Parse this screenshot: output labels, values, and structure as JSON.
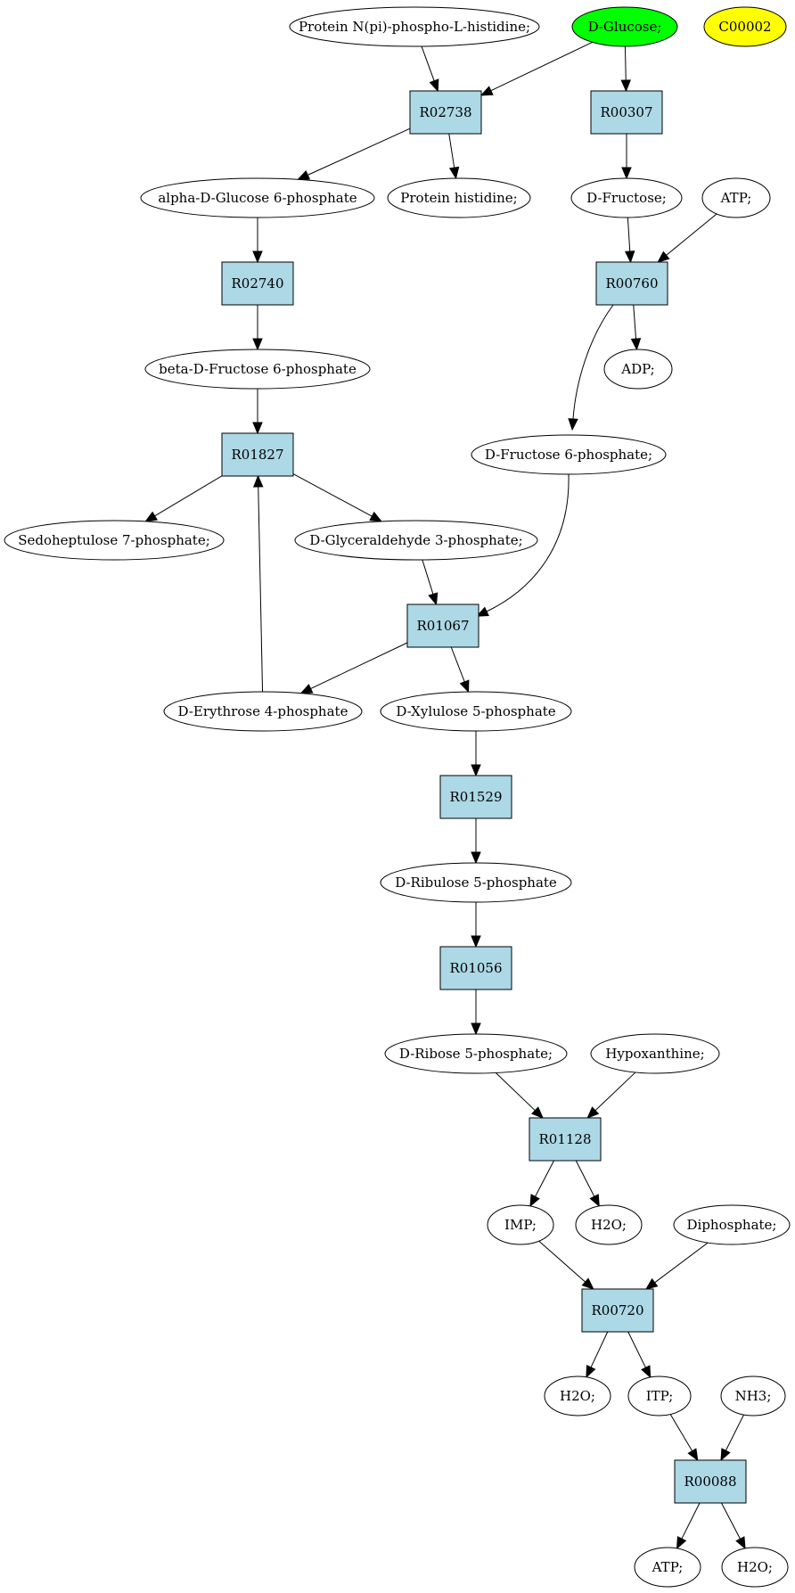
{
  "colors": {
    "reaction_fill": "#add8e6",
    "compound_fill": "#ffffff",
    "start_fill": "#00ff00",
    "highlight_fill": "#ffff00",
    "stroke": "#000000"
  },
  "nodes": {
    "protein_n_pi": {
      "label": "Protein N(pi)-phospho-L-histidine;",
      "kind": "compound"
    },
    "d_glucose": {
      "label": "D-Glucose;",
      "kind": "start"
    },
    "c00002": {
      "label": "C00002",
      "kind": "highlight"
    },
    "r02738": {
      "label": "R02738",
      "kind": "reaction"
    },
    "r00307": {
      "label": "R00307",
      "kind": "reaction"
    },
    "alpha_glc6p": {
      "label": "alpha-D-Glucose 6-phosphate",
      "kind": "compound"
    },
    "protein_his": {
      "label": "Protein histidine;",
      "kind": "compound"
    },
    "d_fructose": {
      "label": "D-Fructose;",
      "kind": "compound"
    },
    "atp_1": {
      "label": "ATP;",
      "kind": "compound"
    },
    "r02740": {
      "label": "R02740",
      "kind": "reaction"
    },
    "r00760": {
      "label": "R00760",
      "kind": "reaction"
    },
    "beta_fru6p": {
      "label": "beta-D-Fructose 6-phosphate",
      "kind": "compound"
    },
    "adp": {
      "label": "ADP;",
      "kind": "compound"
    },
    "r01827": {
      "label": "R01827",
      "kind": "reaction"
    },
    "d_fru6p": {
      "label": "D-Fructose 6-phosphate;",
      "kind": "compound"
    },
    "sedo7p": {
      "label": "Sedoheptulose 7-phosphate;",
      "kind": "compound"
    },
    "gap": {
      "label": "D-Glyceraldehyde 3-phosphate;",
      "kind": "compound"
    },
    "r01067": {
      "label": "R01067",
      "kind": "reaction"
    },
    "e4p": {
      "label": "D-Erythrose 4-phosphate",
      "kind": "compound"
    },
    "xu5p": {
      "label": "D-Xylulose 5-phosphate",
      "kind": "compound"
    },
    "r01529": {
      "label": "R01529",
      "kind": "reaction"
    },
    "ru5p": {
      "label": "D-Ribulose 5-phosphate",
      "kind": "compound"
    },
    "r01056": {
      "label": "R01056",
      "kind": "reaction"
    },
    "r5p": {
      "label": "D-Ribose 5-phosphate;",
      "kind": "compound"
    },
    "hypoxanthine": {
      "label": "Hypoxanthine;",
      "kind": "compound"
    },
    "r01128": {
      "label": "R01128",
      "kind": "reaction"
    },
    "imp": {
      "label": "IMP;",
      "kind": "compound"
    },
    "h2o_1": {
      "label": "H2O;",
      "kind": "compound"
    },
    "diphosphate": {
      "label": "Diphosphate;",
      "kind": "compound"
    },
    "r00720": {
      "label": "R00720",
      "kind": "reaction"
    },
    "h2o_2": {
      "label": "H2O;",
      "kind": "compound"
    },
    "itp": {
      "label": "ITP;",
      "kind": "compound"
    },
    "nh3": {
      "label": "NH3;",
      "kind": "compound"
    },
    "r00088": {
      "label": "R00088",
      "kind": "reaction"
    },
    "atp_2": {
      "label": "ATP;",
      "kind": "compound"
    },
    "h2o_3": {
      "label": "H2O;",
      "kind": "compound"
    }
  },
  "edges": [
    {
      "from": "protein_n_pi",
      "to": "r02738"
    },
    {
      "from": "d_glucose",
      "to": "r02738"
    },
    {
      "from": "d_glucose",
      "to": "r00307"
    },
    {
      "from": "r02738",
      "to": "alpha_glc6p"
    },
    {
      "from": "r02738",
      "to": "protein_his"
    },
    {
      "from": "r00307",
      "to": "d_fructose"
    },
    {
      "from": "d_fructose",
      "to": "r00760"
    },
    {
      "from": "atp_1",
      "to": "r00760"
    },
    {
      "from": "alpha_glc6p",
      "to": "r02740"
    },
    {
      "from": "r02740",
      "to": "beta_fru6p"
    },
    {
      "from": "r00760",
      "to": "adp"
    },
    {
      "from": "r00760",
      "to": "d_fru6p"
    },
    {
      "from": "beta_fru6p",
      "to": "r01827"
    },
    {
      "from": "r01827",
      "to": "sedo7p"
    },
    {
      "from": "r01827",
      "to": "gap"
    },
    {
      "from": "gap",
      "to": "r01067"
    },
    {
      "from": "d_fru6p",
      "to": "r01067"
    },
    {
      "from": "r01067",
      "to": "e4p"
    },
    {
      "from": "r01067",
      "to": "xu5p"
    },
    {
      "from": "e4p",
      "to": "r01827"
    },
    {
      "from": "xu5p",
      "to": "r01529"
    },
    {
      "from": "r01529",
      "to": "ru5p"
    },
    {
      "from": "ru5p",
      "to": "r01056"
    },
    {
      "from": "r01056",
      "to": "r5p"
    },
    {
      "from": "r5p",
      "to": "r01128"
    },
    {
      "from": "hypoxanthine",
      "to": "r01128"
    },
    {
      "from": "r01128",
      "to": "imp"
    },
    {
      "from": "r01128",
      "to": "h2o_1"
    },
    {
      "from": "imp",
      "to": "r00720"
    },
    {
      "from": "diphosphate",
      "to": "r00720"
    },
    {
      "from": "r00720",
      "to": "h2o_2"
    },
    {
      "from": "r00720",
      "to": "itp"
    },
    {
      "from": "itp",
      "to": "r00088"
    },
    {
      "from": "nh3",
      "to": "r00088"
    },
    {
      "from": "r00088",
      "to": "atp_2"
    },
    {
      "from": "r00088",
      "to": "h2o_3"
    }
  ]
}
